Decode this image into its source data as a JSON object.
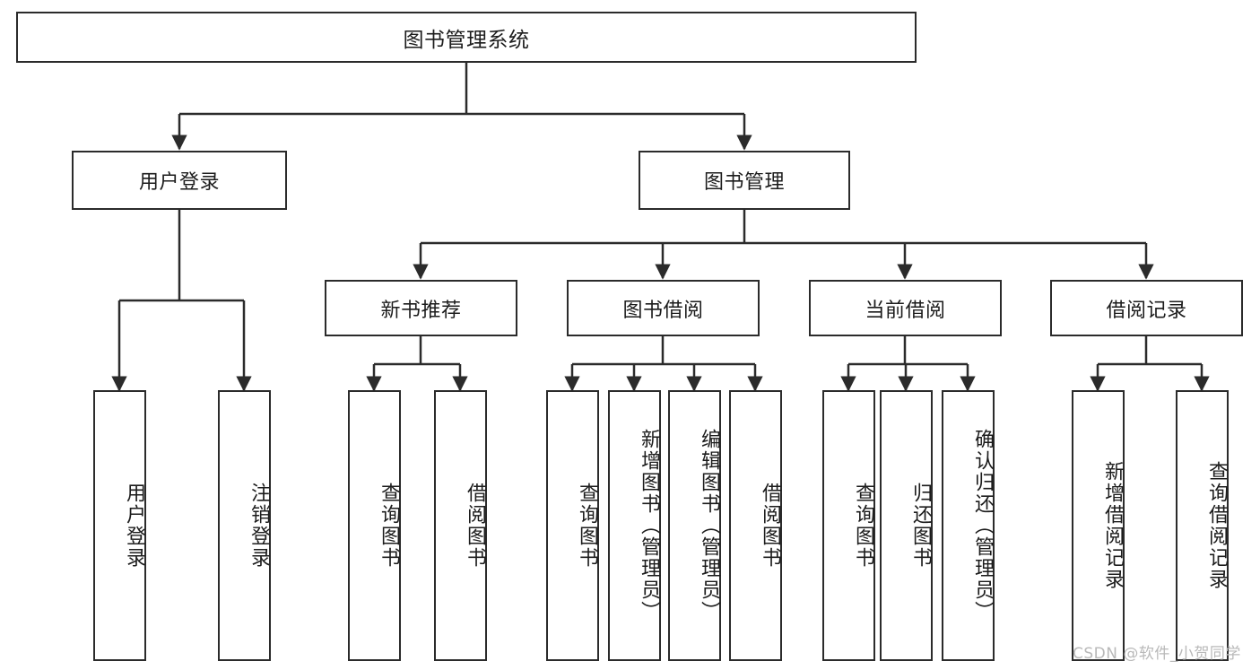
{
  "diagram": {
    "type": "tree-hierarchy-chart",
    "title": "图书管理系统",
    "root": {
      "label": "图书管理系统"
    },
    "level2": [
      {
        "label": "用户登录"
      },
      {
        "label": "图书管理"
      }
    ],
    "level3": [
      {
        "label": "新书推荐"
      },
      {
        "label": "图书借阅"
      },
      {
        "label": "当前借阅"
      },
      {
        "label": "借阅记录"
      }
    ],
    "leaves": {
      "user_login": [
        {
          "label": "用户登录"
        },
        {
          "label": "注销登录"
        }
      ],
      "new_book_recommend": [
        {
          "label": "查询图书"
        },
        {
          "label": "借阅图书"
        }
      ],
      "book_borrow": [
        {
          "label": "查询图书"
        },
        {
          "label": "新增图书（管理员）"
        },
        {
          "label": "编辑图书（管理员）"
        },
        {
          "label": "借阅图书"
        }
      ],
      "current_borrow": [
        {
          "label": "查询图书"
        },
        {
          "label": "归还图书"
        },
        {
          "label": "确认归还（管理员）"
        }
      ],
      "borrow_record": [
        {
          "label": "新增借阅记录"
        },
        {
          "label": "查询借阅记录"
        }
      ]
    }
  },
  "watermark": {
    "text": "CSDN @软件_小贺同学"
  },
  "colors": {
    "stroke": "#2b2b2b",
    "background": "#ffffff",
    "text": "#1c1c1c",
    "watermark": "#b9b9b9"
  }
}
